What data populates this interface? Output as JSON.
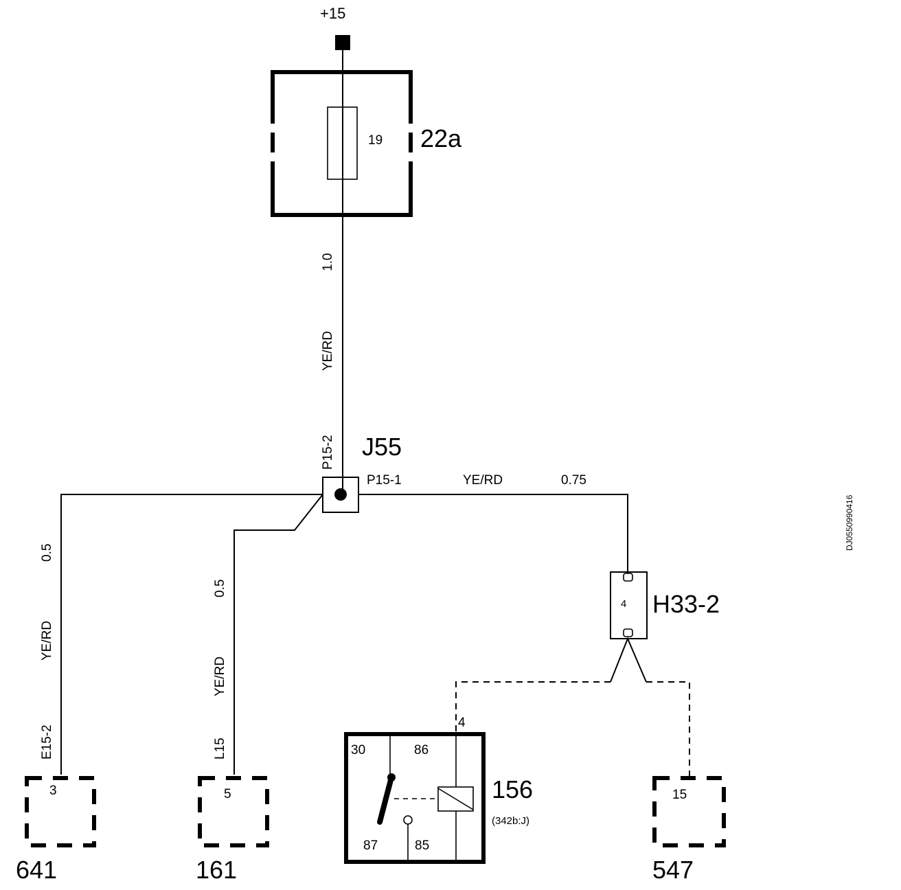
{
  "supply": {
    "label": "+15"
  },
  "fuse_box": {
    "id": "22a",
    "fuse_number": "19"
  },
  "wires": {
    "main": {
      "size": "1.0",
      "color": "YE/RD"
    },
    "right": {
      "size": "0.75",
      "color": "YE/RD"
    },
    "left": {
      "size": "0.5",
      "color": "YE/RD",
      "pin": "E15-2"
    },
    "middle": {
      "size": "0.5",
      "color": "YE/RD",
      "pin": "L15"
    }
  },
  "splice": {
    "id": "J55",
    "pin_top": "P15-2",
    "pin_right": "P15-1"
  },
  "connector_h33": {
    "id": "H33-2",
    "pin": "4"
  },
  "relay": {
    "id": "156",
    "ref": "(342b:J)",
    "pin_30": "30",
    "pin_86": "86",
    "pin_87": "87",
    "pin_85": "85",
    "input_pin": "4"
  },
  "components": [
    {
      "id": "641",
      "pin": "3"
    },
    {
      "id": "161",
      "pin": "5"
    },
    {
      "id": "547",
      "pin": "15"
    }
  ],
  "doc_code": "DJ0550990416"
}
